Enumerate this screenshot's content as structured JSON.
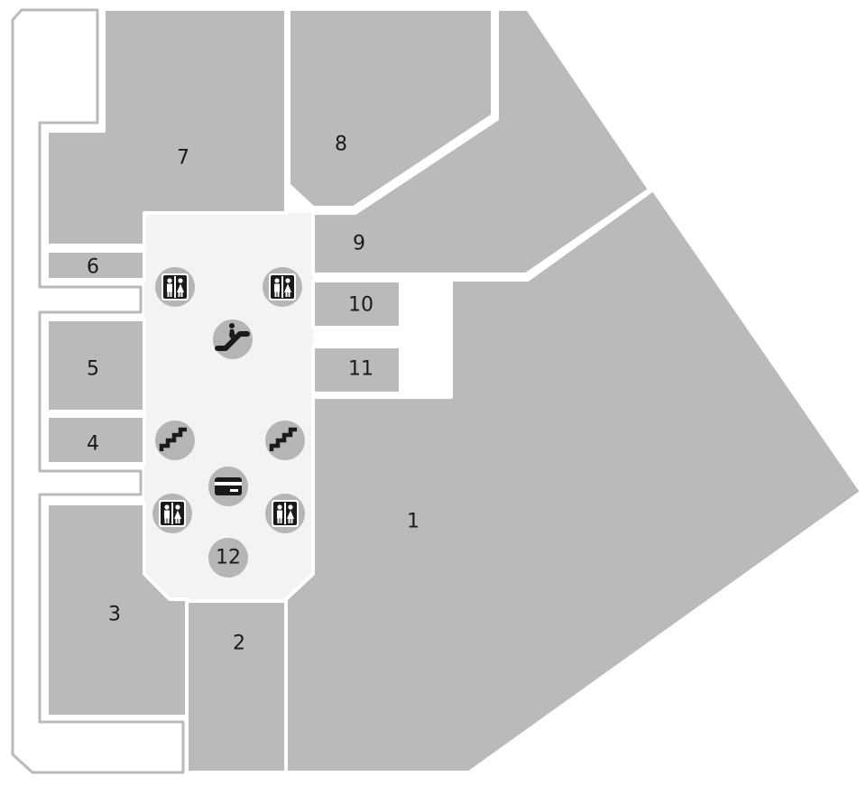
{
  "colors": {
    "unit": "#bababa",
    "atrium": "#f3f3f3",
    "badge": "#b5b5b5",
    "glyph": "#1a1a1a",
    "background": "#ffffff"
  },
  "units": [
    {
      "id": "1",
      "label": "1"
    },
    {
      "id": "2",
      "label": "2"
    },
    {
      "id": "3",
      "label": "3"
    },
    {
      "id": "4",
      "label": "4"
    },
    {
      "id": "5",
      "label": "5"
    },
    {
      "id": "6",
      "label": "6"
    },
    {
      "id": "7",
      "label": "7"
    },
    {
      "id": "8",
      "label": "8"
    },
    {
      "id": "9",
      "label": "9"
    },
    {
      "id": "10",
      "label": "10"
    },
    {
      "id": "11",
      "label": "11"
    }
  ],
  "facilities": [
    {
      "id": "toilet-1",
      "icon": "toilet-icon"
    },
    {
      "id": "toilet-2",
      "icon": "toilet-icon"
    },
    {
      "id": "escalator",
      "icon": "escalator-icon"
    },
    {
      "id": "stairs-1",
      "icon": "stairs-icon"
    },
    {
      "id": "stairs-2",
      "icon": "stairs-icon"
    },
    {
      "id": "atm",
      "icon": "atm-card-icon"
    },
    {
      "id": "toilet-3",
      "icon": "toilet-icon"
    },
    {
      "id": "toilet-4",
      "icon": "toilet-icon"
    },
    {
      "id": "unit-12",
      "icon": "unit-badge",
      "label": "12"
    }
  ]
}
